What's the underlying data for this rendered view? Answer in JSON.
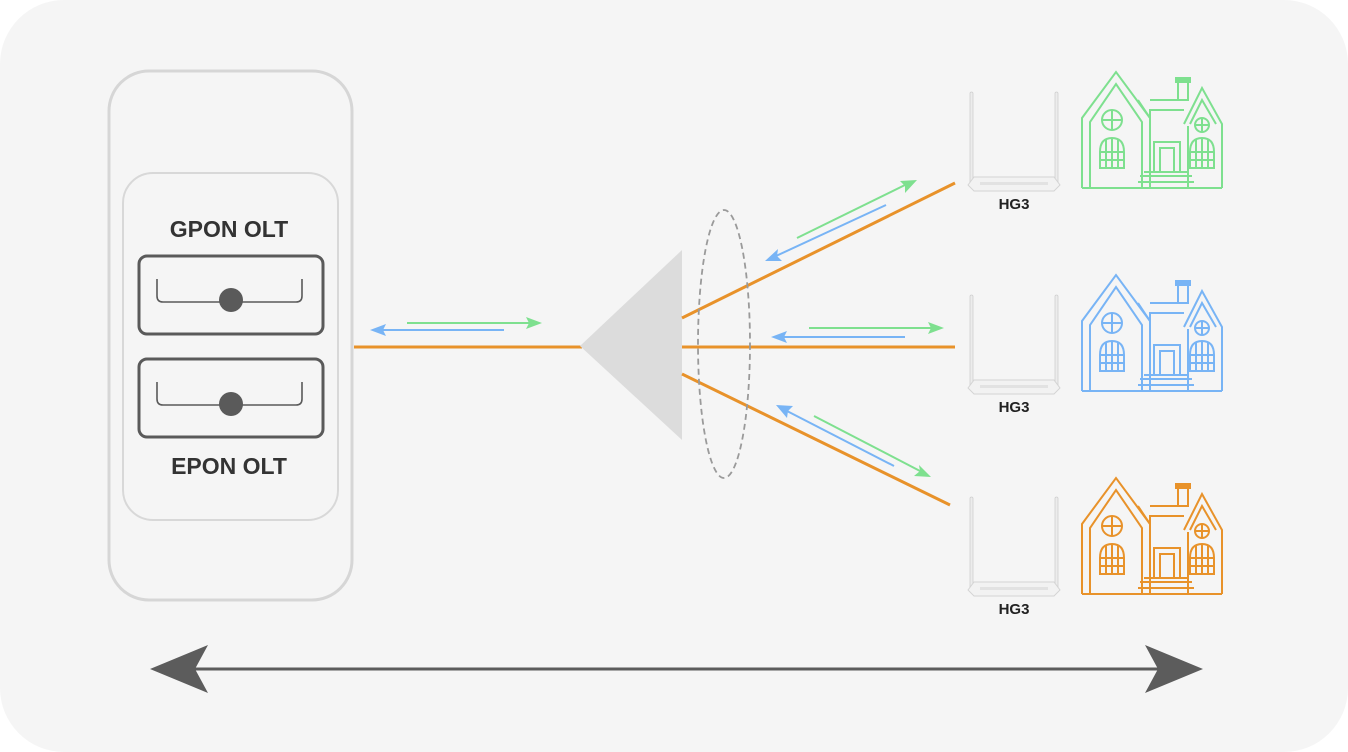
{
  "olt": {
    "gpon_label": "GPON OLT",
    "epon_label": "EPON OLT"
  },
  "routers": [
    {
      "label": "HG3"
    },
    {
      "label": "HG3"
    },
    {
      "label": "HG3"
    }
  ],
  "houses": [
    {
      "icon": "house-icon",
      "color": "#7ee08f"
    },
    {
      "icon": "house-icon",
      "color": "#78b4f5"
    },
    {
      "icon": "house-icon",
      "color": "#e8922a"
    }
  ],
  "colors": {
    "fiber": "#e8922a",
    "downstream": "#7ee08f",
    "upstream": "#78b4f5",
    "splitter": "#dcdcdc",
    "port": "#5a5a5a",
    "distance_arrow": "#5c5c5c"
  }
}
